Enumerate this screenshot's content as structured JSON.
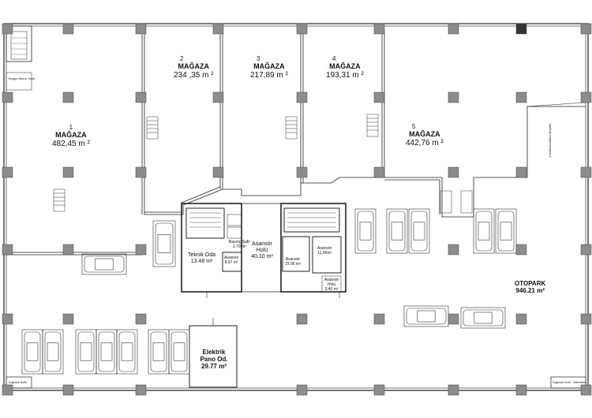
{
  "stores": [
    {
      "number": "1",
      "name": "MAĞAZA",
      "area": "482,45  m ²"
    },
    {
      "number": "2",
      "name": "MAĞAZA",
      "area": "234 ,35 m ²"
    },
    {
      "number": "3",
      "name": "MAĞAZA",
      "area": "217,89 m ²"
    },
    {
      "number": "4",
      "name": "MAĞAZA",
      "area": "193,31 m ²"
    },
    {
      "number": "5",
      "name": "MAĞAZA",
      "area": "442,76 m ²"
    }
  ],
  "rooms": {
    "teknik": {
      "name": "Teknik Oda",
      "area": "13.48 m²"
    },
    "asansor_holu": {
      "name": "Asansör Holü",
      "area": "40.10 m²"
    },
    "elektrik": {
      "name": "Elektrik Pano Od.",
      "area": "29.77 m²"
    },
    "otopark": {
      "name": "OTOPARK",
      "area": "946.21 m²"
    },
    "asansor_a": {
      "name": "Asansör",
      "area": "8.97 m²"
    },
    "asansor_b": {
      "name": "Asansör",
      "area": "15.95 m²"
    },
    "asansor_c": {
      "name": "Asansör",
      "area": "11.06m²"
    },
    "asansor_holu_small": {
      "name": "Asansör Holü",
      "area": "3.40 m²"
    },
    "basinc": {
      "name": "Basınç Şaftı",
      "area": "2.79 m²"
    }
  },
  "small_labels": {
    "top_left_room": "Yangın Merdi. Holü",
    "bottom_left_room": "Sığınak Şaftı",
    "bottom_right_room": "Sığınak Holü - Merdiven",
    "side_note": "1.bodrum katları otopark"
  },
  "colors": {
    "line": "#222222",
    "column": "#8c8c8c",
    "column_dark": "#333333",
    "wall": "#555555"
  }
}
